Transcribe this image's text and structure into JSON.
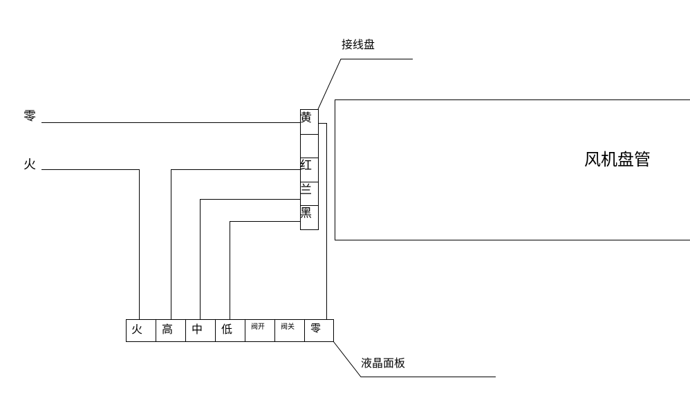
{
  "labels": {
    "neutral_in": "零",
    "live_in": "火",
    "terminal_block": "接线盘",
    "fan_coil": "风机盘管",
    "lcd_panel": "液晶面板"
  },
  "terminal_block": {
    "terminals": [
      "黄",
      "",
      "红",
      "兰",
      "黑"
    ]
  },
  "lcd_panel": {
    "terminals": [
      "火",
      "高",
      "中",
      "低",
      "阀开",
      "阀关",
      "零"
    ]
  },
  "colors": {
    "line": "#000000",
    "background": "#ffffff"
  }
}
